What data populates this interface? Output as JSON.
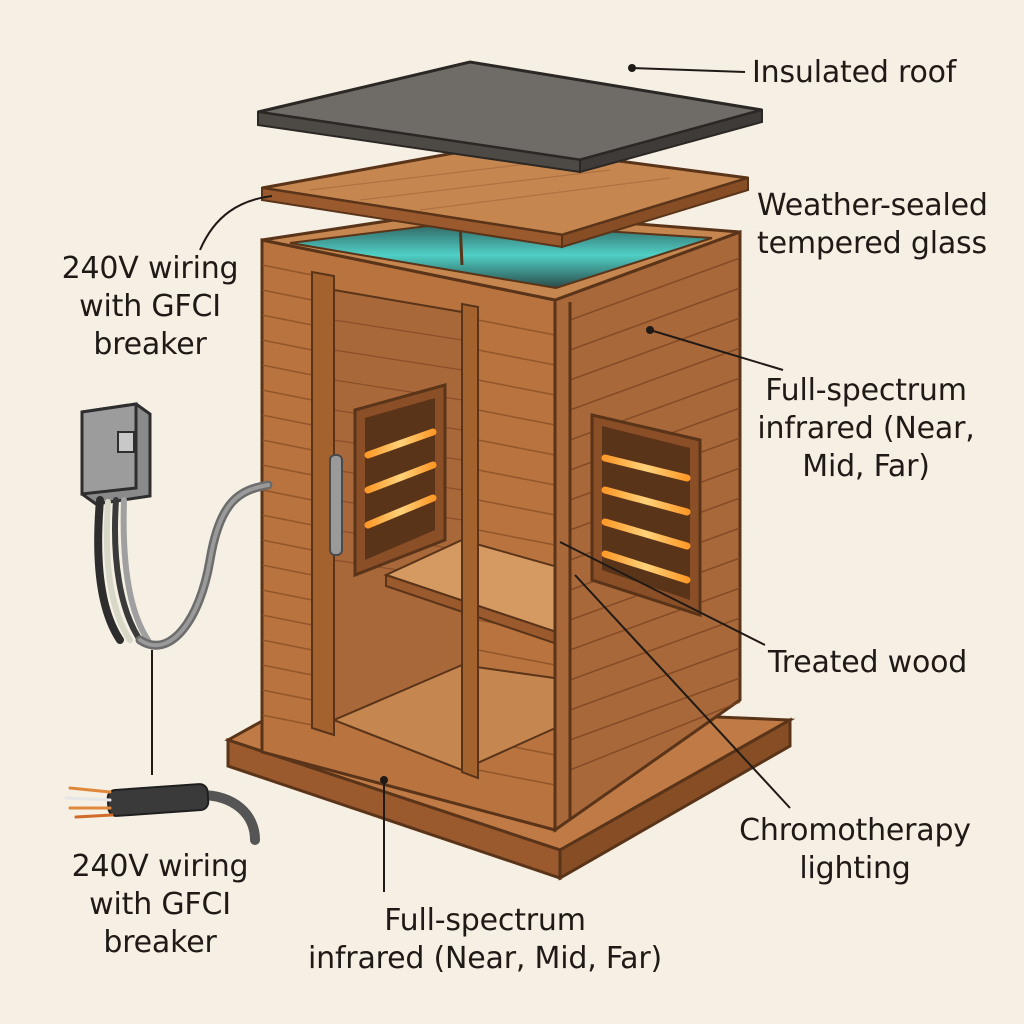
{
  "labels": {
    "insulated_roof": "Insulated roof",
    "glass": "Weather-sealed\ntempered glass",
    "wiring_top": "240V wiring\nwith GFCI\nbreaker",
    "infrared_side": "Full-spectrum\ninfrared (Near,\nMid, Far)",
    "treated_wood": "Treated wood",
    "chromotherapy": "Chromotherapy\nlighting",
    "wiring_bottom": "240V wiring\nwith GFCI\nbreaker",
    "infrared_bottom": "Full-spectrum\ninfrared (Near, Mid, Far)"
  },
  "colors": {
    "background": "#f6efe4",
    "wood": "#b8733f",
    "wood_dark": "#8a4f27",
    "roof": "#6f6b66",
    "glass": "#4fd0c6",
    "heater_glow": "#ffb347",
    "line": "#1f1a16"
  }
}
